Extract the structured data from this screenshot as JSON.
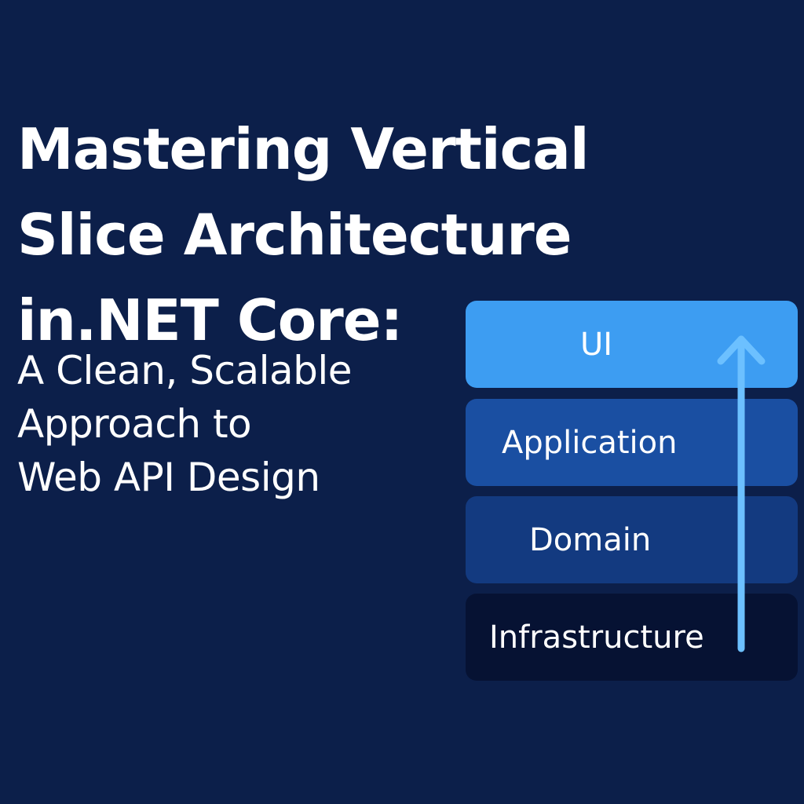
{
  "title": "Mastering Vertical\nSlice Architecture\nin.NET Core:",
  "subtitle": "A Clean, Scalable\nApproach to\nWeb API Design",
  "layers": [
    {
      "label": "UI",
      "color": "#3d9df2"
    },
    {
      "label": "Application",
      "color": "#1a4fa2"
    },
    {
      "label": "Domain",
      "color": "#133a80"
    },
    {
      "label": "Infrastructure",
      "color": "#061233"
    }
  ],
  "colors": {
    "background": "#0c1f4a",
    "arrow": "#6cc0ff"
  },
  "icons": {
    "arrow": "up-arrow-icon"
  }
}
